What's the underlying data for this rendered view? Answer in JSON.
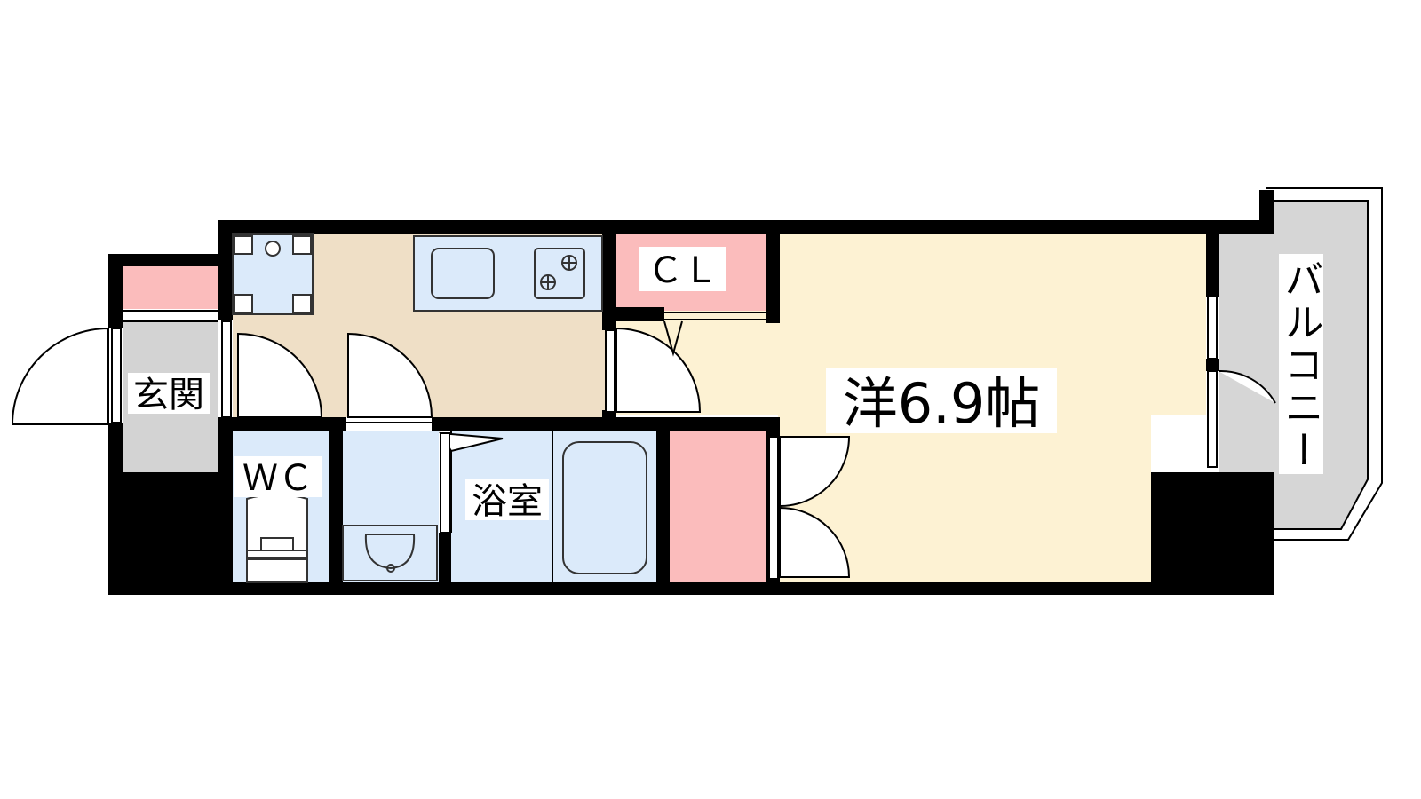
{
  "rooms": {
    "entrance": {
      "label": "玄関"
    },
    "wc": {
      "label": "ＷＣ"
    },
    "bathroom": {
      "label": "浴室"
    },
    "closet": {
      "label": "ＣＬ"
    },
    "western_room": {
      "label": "洋6.9帖"
    },
    "balcony": {
      "label": "バルコニー"
    }
  },
  "colors": {
    "wall": "#000000",
    "kitchen_floor": "#efdfc6",
    "western_floor": "#fdf2d3",
    "water_area": "#dbeafa",
    "storage": "#fbbcbc",
    "entrance_floor": "#d3d3d3",
    "balcony_floor": "#d6d6d6",
    "fixture_stroke": "#333333"
  }
}
